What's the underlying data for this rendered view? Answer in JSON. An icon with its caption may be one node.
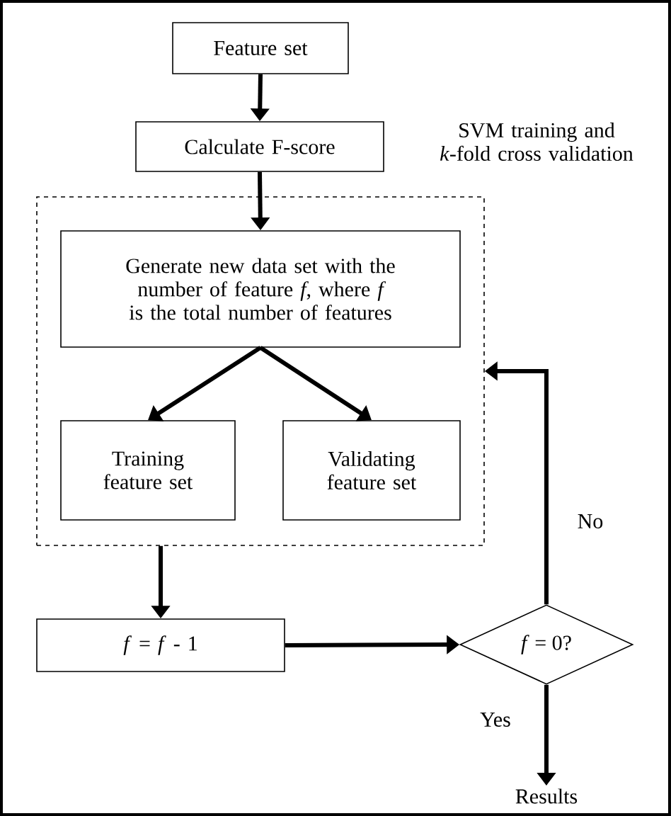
{
  "diagram": {
    "nodes": [
      {
        "text": [
          "Feature set"
        ]
      },
      {
        "text": [
          "Calculate F-score"
        ]
      },
      {
        "text": [
          "SVM training and *k*-fold cross validation"
        ]
      },
      {
        "text": [
          "Generate new data set with the number of feature *f*, where *f* is the total number of features"
        ],
        "in": 2
      },
      {
        "text": [
          "Training feature set"
        ],
        "in": 2
      },
      {
        "text": [
          "Validating feature set"
        ],
        "in": 2
      },
      {
        "text": [
          "*f* = *f* - 1"
        ]
      },
      {
        "text": [
          "*f* = 0?"
        ]
      },
      {
        "text": [
          "Results"
        ]
      }
    ],
    "edges": [
      {
        "from": 0,
        "to": 1,
        "arrow": "to"
      },
      {
        "from": 1,
        "to": 3,
        "arrow": "to"
      },
      {
        "from": 3,
        "to": 4,
        "arrow": "to"
      },
      {
        "from": 3,
        "to": 5,
        "arrow": "to"
      },
      {
        "from": 2,
        "to": 6,
        "arrow": "to"
      },
      {
        "from": 6,
        "to": 7,
        "arrow": "to"
      },
      {
        "from": 7,
        "to": 2,
        "arrow": "to",
        "label": "No"
      },
      {
        "from": 7,
        "to": 8,
        "arrow": "to",
        "label": "Yes"
      }
    ]
  }
}
